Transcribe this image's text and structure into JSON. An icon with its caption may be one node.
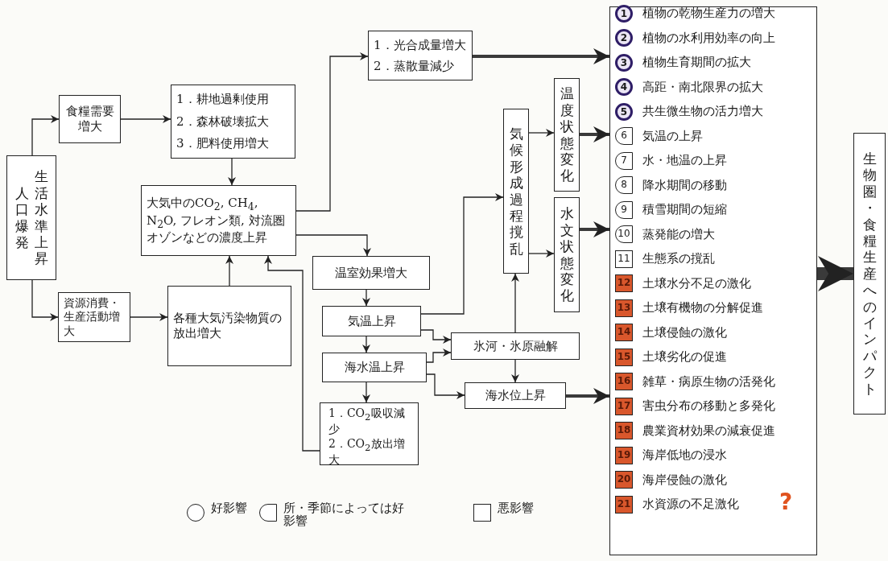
{
  "diagram": {
    "nodes": [
      {
        "text": [
          "人口爆発",
          "生活水準上昇"
        ]
      },
      {
        "text": [
          "食糧需要増大"
        ]
      },
      {
        "text": [
          "資源消費・生産活動増大"
        ]
      },
      {
        "text": [
          "1．耕地過剰使用",
          "2．森林破壊拡大",
          "3．肥料使用増大"
        ]
      },
      {
        "text": [
          "大気中のCO$_{2}$, CH$_{4}$, N$_{2}$O, フレオン類, 対流圏オゾンなどの濃度上昇"
        ]
      },
      {
        "text": [
          "各種大気汚染物質の放出増大"
        ]
      },
      {
        "text": [
          "1．光合成量増大",
          "2．蒸散量減少"
        ]
      },
      {
        "text": [
          "温室効果増大"
        ]
      },
      {
        "text": [
          "気温上昇"
        ]
      },
      {
        "text": [
          "海水温上昇"
        ]
      },
      {
        "text": [
          "1．CO$_{2}$吸収減少",
          "2．CO$_{2}$放出増大"
        ]
      },
      {
        "text": [
          "気候形成過程撹乱"
        ]
      },
      {
        "text": [
          "氷河・氷原融解"
        ]
      },
      {
        "text": [
          "海水位上昇"
        ]
      },
      {
        "text": [
          "温度状態変化"
        ]
      },
      {
        "text": [
          "水文状態変化"
        ]
      },
      {
        "text": [],
        "shape": "box"
      },
      {
        "text": [
          "1",
          "植物の乾物生産力の増大"
        ],
        "in": 16
      },
      {
        "text": [
          "2",
          "植物の水利用効率の向上"
        ],
        "in": 16
      },
      {
        "text": [
          "3",
          "植物生育期間の拡大"
        ],
        "in": 16
      },
      {
        "text": [
          "4",
          "高距・南北限界の拡大"
        ],
        "in": 16
      },
      {
        "text": [
          "5",
          "共生微生物の活力増大"
        ],
        "in": 16
      },
      {
        "text": [
          "6",
          "気温の上昇"
        ],
        "in": 16
      },
      {
        "text": [
          "7",
          "水・地温の上昇"
        ],
        "in": 16
      },
      {
        "text": [
          "8",
          "降水期間の移動"
        ],
        "in": 16
      },
      {
        "text": [
          "9",
          "積雪期間の短縮"
        ],
        "in": 16
      },
      {
        "text": [
          "10",
          "蒸発能の増大"
        ],
        "in": 16
      },
      {
        "text": [
          "11",
          "生態系の撹乱"
        ],
        "in": 16
      },
      {
        "text": [
          "12",
          "土壌水分不足の激化"
        ],
        "in": 16
      },
      {
        "text": [
          "13",
          "土壌有機物の分解促進"
        ],
        "in": 16
      },
      {
        "text": [
          "14",
          "土壌侵蝕の激化"
        ],
        "in": 16
      },
      {
        "text": [
          "15",
          "土壌劣化の促進"
        ],
        "in": 16
      },
      {
        "text": [
          "16",
          "雑草・病原生物の活発化"
        ],
        "in": 16
      },
      {
        "text": [
          "17",
          "害虫分布の移動と多発化"
        ],
        "in": 16
      },
      {
        "text": [
          "18",
          "農業資材効果の減衰促進"
        ],
        "in": 16
      },
      {
        "text": [
          "19",
          "海岸低地の浸水"
        ],
        "in": 16
      },
      {
        "text": [
          "20",
          "海岸侵蝕の激化"
        ],
        "in": 16
      },
      {
        "text": [
          "21",
          "水資源の不足激化"
        ],
        "in": 16
      },
      {
        "text": [
          "生物圏・食糧生産へのインパクト"
        ]
      }
    ],
    "edges": [
      {
        "from": 0,
        "to": 1,
        "arrow": "to"
      },
      {
        "from": 0,
        "to": 2,
        "arrow": "to"
      },
      {
        "from": 1,
        "to": 3,
        "arrow": "to"
      },
      {
        "from": 2,
        "to": 5,
        "arrow": "to"
      },
      {
        "from": 3,
        "to": 4,
        "arrow": "to"
      },
      {
        "from": 5,
        "to": 4,
        "arrow": "to"
      },
      {
        "from": 10,
        "to": 4,
        "arrow": "to"
      },
      {
        "from": 4,
        "to": 6,
        "arrow": "to"
      },
      {
        "from": 4,
        "to": 7,
        "arrow": "to"
      },
      {
        "from": 7,
        "to": 8,
        "arrow": "to"
      },
      {
        "from": 8,
        "to": 9,
        "arrow": "to"
      },
      {
        "from": 9,
        "to": 10,
        "arrow": "to"
      },
      {
        "from": 8,
        "to": 11,
        "arrow": "to"
      },
      {
        "from": 8,
        "to": 12,
        "arrow": "to"
      },
      {
        "from": 9,
        "to": 12,
        "arrow": "to"
      },
      {
        "from": 9,
        "to": 13,
        "arrow": "to"
      },
      {
        "from": 12,
        "to": 11,
        "arrow": "to"
      },
      {
        "from": 12,
        "to": 13,
        "arrow": "to"
      },
      {
        "from": 11,
        "to": 14,
        "arrow": "to"
      },
      {
        "from": 11,
        "to": 15,
        "arrow": "to"
      },
      {
        "from": 6,
        "to": 16,
        "arrow": "to",
        "style": "thick"
      },
      {
        "from": 14,
        "to": 16,
        "arrow": "to",
        "style": "thick"
      },
      {
        "from": 15,
        "to": 16,
        "arrow": "to",
        "style": "thick"
      },
      {
        "from": 13,
        "to": 16,
        "arrow": "to",
        "style": "thick"
      },
      {
        "from": 16,
        "to": 38,
        "arrow": "to",
        "style": "thick"
      }
    ],
    "labels": [
      "?"
    ],
    "legend": [
      {
        "text": "好影響"
      },
      {
        "text": "所・季節によっては好影響"
      },
      {
        "text": "悪影響"
      }
    ]
  }
}
